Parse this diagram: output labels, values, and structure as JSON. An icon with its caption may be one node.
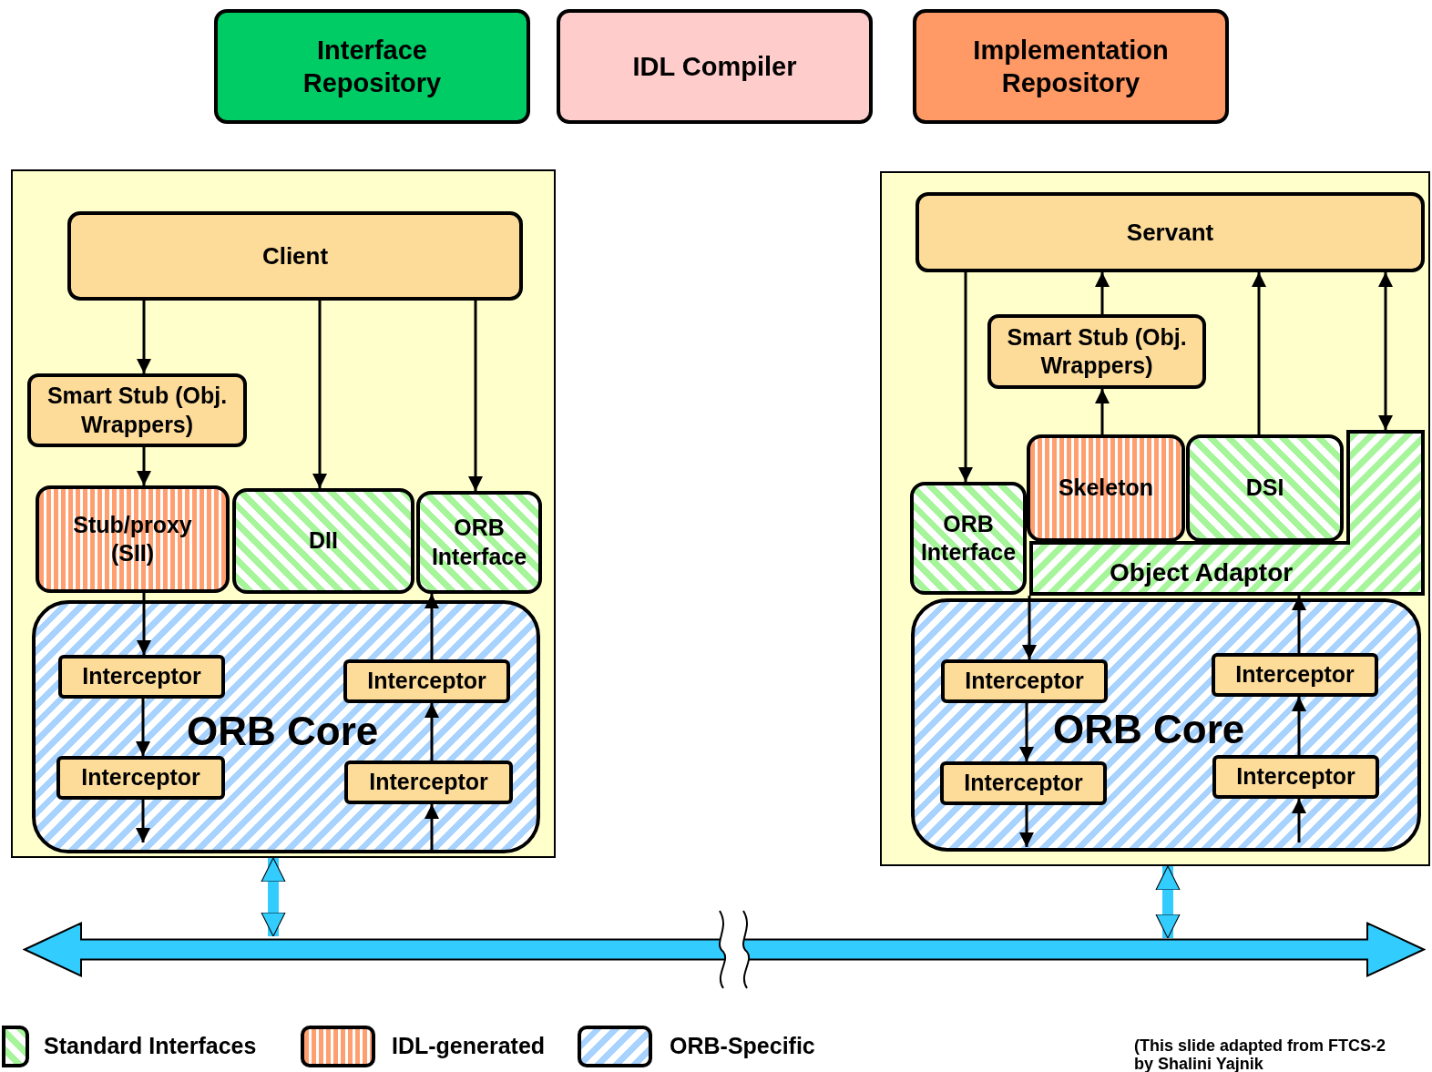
{
  "diagram": {
    "nodes": [
      {
        "text": [
          "Interface Repository"
        ]
      },
      {
        "text": [
          "IDL Compiler"
        ]
      },
      {
        "text": [
          "Implementation Repository"
        ]
      },
      {
        "text": [],
        "shape": "box"
      },
      {
        "text": [
          "Client"
        ],
        "in": 3
      },
      {
        "text": [
          "Smart Stub (Obj. Wrappers)"
        ],
        "in": 3
      },
      {
        "text": [
          "Stub/proxy (SII)"
        ],
        "in": 3
      },
      {
        "text": [
          "DII"
        ],
        "in": 3
      },
      {
        "text": [
          "ORB Interface"
        ],
        "in": 3
      },
      {
        "text": [
          "ORB Core"
        ],
        "in": 3
      },
      {
        "text": [
          "Interceptor"
        ],
        "in": 9
      },
      {
        "text": [
          "Interceptor"
        ],
        "in": 9
      },
      {
        "text": [
          "Interceptor"
        ],
        "in": 9
      },
      {
        "text": [
          "Interceptor"
        ],
        "in": 9
      },
      {
        "text": [],
        "shape": "box"
      },
      {
        "text": [
          "Servant"
        ],
        "in": 14
      },
      {
        "text": [
          "Smart Stub (Obj. Wrappers)"
        ],
        "in": 14
      },
      {
        "text": [
          "ORB Interface"
        ],
        "in": 14
      },
      {
        "text": [
          "Skeleton"
        ],
        "in": 14
      },
      {
        "text": [
          "DSI"
        ],
        "in": 14
      },
      {
        "text": [
          "Object Adaptor"
        ],
        "in": 14
      },
      {
        "text": [
          "ORB Core"
        ],
        "in": 14
      },
      {
        "text": [
          "Interceptor"
        ],
        "in": 21
      },
      {
        "text": [
          "Interceptor"
        ],
        "in": 21
      },
      {
        "text": [
          "Interceptor"
        ],
        "in": 21
      },
      {
        "text": [
          "Interceptor"
        ],
        "in": 21
      },
      {
        "text": [],
        "shape": "bar"
      }
    ],
    "edges": [
      {
        "from": 4,
        "to": 5,
        "arrow": "to"
      },
      {
        "from": 5,
        "to": 6,
        "arrow": "to"
      },
      {
        "from": 4,
        "to": 7,
        "arrow": "to"
      },
      {
        "from": 4,
        "to": 8,
        "arrow": "to"
      },
      {
        "from": 6,
        "to": 10,
        "arrow": "to"
      },
      {
        "from": 10,
        "to": 12,
        "arrow": "to"
      },
      {
        "from": 12,
        "to": null,
        "arrow": "to"
      },
      {
        "from": null,
        "to": 13,
        "arrow": "to"
      },
      {
        "from": 13,
        "to": 11,
        "arrow": "to"
      },
      {
        "from": 11,
        "to": 8,
        "arrow": "to"
      },
      {
        "from": 15,
        "to": 17,
        "arrow": "to"
      },
      {
        "from": 18,
        "to": 16,
        "arrow": "to"
      },
      {
        "from": 16,
        "to": 15,
        "arrow": "to"
      },
      {
        "from": 19,
        "to": 15,
        "arrow": "to"
      },
      {
        "from": 20,
        "to": 15,
        "arrow": "both"
      },
      {
        "from": 20,
        "to": 22,
        "arrow": "to"
      },
      {
        "from": 22,
        "to": 24,
        "arrow": "to"
      },
      {
        "from": 24,
        "to": null,
        "arrow": "to"
      },
      {
        "from": null,
        "to": 25,
        "arrow": "to"
      },
      {
        "from": 25,
        "to": 23,
        "arrow": "to"
      },
      {
        "from": 23,
        "to": 20,
        "arrow": "to"
      },
      {
        "from": 3,
        "to": 26,
        "arrow": "both",
        "style": "thick",
        "color": "#33ccff"
      },
      {
        "from": 14,
        "to": 26,
        "arrow": "both",
        "style": "thick",
        "color": "#33ccff"
      }
    ],
    "labels": [
      "(This slide adapted from FTCS-2",
      "by Shalini Yajnik"
    ],
    "legend": [
      {
        "text": "Standard Interfaces"
      },
      {
        "text": "IDL-generated"
      },
      {
        "text": "ORB-Specific"
      }
    ]
  }
}
